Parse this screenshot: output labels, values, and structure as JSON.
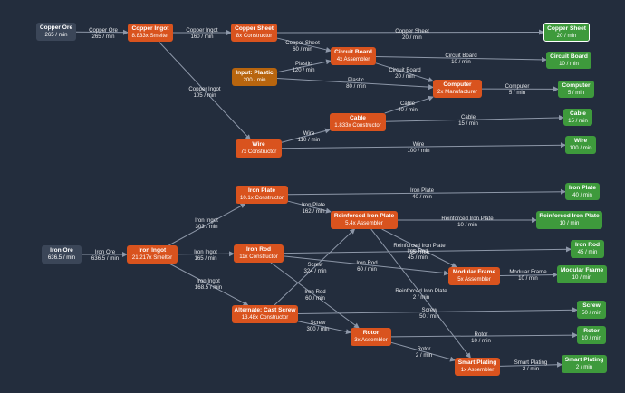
{
  "nodes": {
    "copper_ore": {
      "title": "Copper Ore",
      "sub": "265 / min"
    },
    "copper_ingot": {
      "title": "Copper Ingot",
      "sub": "8.833x Smelter"
    },
    "copper_sheet": {
      "title": "Copper Sheet",
      "sub": "8x Constructor"
    },
    "out_copper_sheet": {
      "title": "Copper Sheet",
      "sub": "20 / min"
    },
    "input_plastic": {
      "title": "Input: Plastic",
      "sub": "200 / min"
    },
    "circuit_board": {
      "title": "Circuit Board",
      "sub": "4x Assembler"
    },
    "out_circuit_board": {
      "title": "Circuit Board",
      "sub": "10 / min"
    },
    "computer": {
      "title": "Computer",
      "sub": "2x Manufacturer"
    },
    "out_computer": {
      "title": "Computer",
      "sub": "5 / min"
    },
    "cable": {
      "title": "Cable",
      "sub": "1.833x Constructor"
    },
    "out_cable": {
      "title": "Cable",
      "sub": "15 / min"
    },
    "wire": {
      "title": "Wire",
      "sub": "7x Constructor"
    },
    "out_wire": {
      "title": "Wire",
      "sub": "100 / min"
    },
    "iron_ore": {
      "title": "Iron Ore",
      "sub": "636.5 / min"
    },
    "iron_ingot": {
      "title": "Iron Ingot",
      "sub": "21.217x Smelter"
    },
    "iron_plate": {
      "title": "Iron Plate",
      "sub": "10.1x Constructor"
    },
    "out_iron_plate": {
      "title": "Iron Plate",
      "sub": "40 / min"
    },
    "reinforced_plate": {
      "title": "Reinforced Iron Plate",
      "sub": "5.4x Assembler"
    },
    "out_reinforced_plate": {
      "title": "Reinforced Iron Plate",
      "sub": "10 / min"
    },
    "iron_rod": {
      "title": "Iron Rod",
      "sub": "11x Constructor"
    },
    "out_iron_rod": {
      "title": "Iron Rod",
      "sub": "45 / min"
    },
    "modular_frame": {
      "title": "Modular Frame",
      "sub": "5x Assembler"
    },
    "out_modular_frame": {
      "title": "Modular Frame",
      "sub": "10 / min"
    },
    "cast_screw": {
      "title": "Alternate: Cast Screw",
      "sub": "13.48x Constructor"
    },
    "out_screw": {
      "title": "Screw",
      "sub": "50 / min"
    },
    "rotor": {
      "title": "Rotor",
      "sub": "3x Assembler"
    },
    "out_rotor": {
      "title": "Rotor",
      "sub": "10 / min"
    },
    "smart_plating": {
      "title": "Smart Plating",
      "sub": "1x Assembler"
    },
    "out_smart_plating": {
      "title": "Smart Plating",
      "sub": "2 / min"
    }
  },
  "edges": [
    {
      "from": "copper_ore",
      "to": "copper_ingot",
      "label": [
        "Copper Ore",
        "265 / min"
      ]
    },
    {
      "from": "copper_ingot",
      "to": "copper_sheet",
      "label": [
        "Copper Ingot",
        "160 / min"
      ]
    },
    {
      "from": "copper_ingot",
      "to": "wire",
      "label": [
        "Copper Ingot",
        "105 / min"
      ]
    },
    {
      "from": "copper_sheet",
      "to": "out_copper_sheet",
      "label": [
        "Copper Sheet",
        "20 / min"
      ]
    },
    {
      "from": "copper_sheet",
      "to": "circuit_board",
      "label": [
        "Copper Sheet",
        "60 / min"
      ]
    },
    {
      "from": "input_plastic",
      "to": "circuit_board",
      "label": [
        "Plastic",
        "120 / min"
      ]
    },
    {
      "from": "input_plastic",
      "to": "computer",
      "label": [
        "Plastic",
        "80 / min"
      ]
    },
    {
      "from": "circuit_board",
      "to": "out_circuit_board",
      "label": [
        "Circuit Board",
        "10 / min"
      ]
    },
    {
      "from": "circuit_board",
      "to": "computer",
      "label": [
        "Circuit Board",
        "20 / min"
      ]
    },
    {
      "from": "cable",
      "to": "computer",
      "label": [
        "Cable",
        "40 / min"
      ]
    },
    {
      "from": "computer",
      "to": "out_computer",
      "label": [
        "Computer",
        "5 / min"
      ]
    },
    {
      "from": "cable",
      "to": "out_cable",
      "label": [
        "Cable",
        "15 / min"
      ]
    },
    {
      "from": "wire",
      "to": "cable",
      "label": [
        "Wire",
        "110 / min"
      ]
    },
    {
      "from": "wire",
      "to": "out_wire",
      "label": [
        "Wire",
        "100 / min"
      ]
    },
    {
      "from": "iron_ore",
      "to": "iron_ingot",
      "label": [
        "Iron Ore",
        "636.5 / min"
      ]
    },
    {
      "from": "iron_ingot",
      "to": "iron_plate",
      "label": [
        "Iron Ingot",
        "303 / min"
      ]
    },
    {
      "from": "iron_ingot",
      "to": "iron_rod",
      "label": [
        "Iron Ingot",
        "165 / min"
      ]
    },
    {
      "from": "iron_ingot",
      "to": "cast_screw",
      "label": [
        "Iron Ingot",
        "168.5 / min"
      ]
    },
    {
      "from": "iron_plate",
      "to": "out_iron_plate",
      "label": [
        "Iron Plate",
        "40 / min"
      ]
    },
    {
      "from": "iron_plate",
      "to": "reinforced_plate",
      "label": [
        "Iron Plate",
        "162 / min"
      ]
    },
    {
      "from": "cast_screw",
      "to": "reinforced_plate",
      "label": [
        "Screw",
        "324 / min"
      ]
    },
    {
      "from": "reinforced_plate",
      "to": "out_reinforced_plate",
      "label": [
        "Reinforced Iron Plate",
        "10 / min"
      ]
    },
    {
      "from": "reinforced_plate",
      "to": "modular_frame",
      "label": [
        "Reinforced Iron Plate",
        "15 / min"
      ]
    },
    {
      "from": "reinforced_plate",
      "to": "smart_plating",
      "label": [
        "Reinforced Iron Plate",
        "2 / min"
      ]
    },
    {
      "from": "iron_rod",
      "to": "out_iron_rod",
      "label": [
        "Iron Rod",
        "45 / min"
      ]
    },
    {
      "from": "iron_rod",
      "to": "modular_frame",
      "label": [
        "Iron Rod",
        "60 / min"
      ]
    },
    {
      "from": "iron_rod",
      "to": "rotor",
      "label": [
        "Iron Rod",
        "60 / min"
      ]
    },
    {
      "from": "modular_frame",
      "to": "out_modular_frame",
      "label": [
        "Modular Frame",
        "10 / min"
      ]
    },
    {
      "from": "cast_screw",
      "to": "out_screw",
      "label": [
        "Screw",
        "50 / min"
      ]
    },
    {
      "from": "cast_screw",
      "to": "rotor",
      "label": [
        "Screw",
        "300 / min"
      ]
    },
    {
      "from": "rotor",
      "to": "out_rotor",
      "label": [
        "Rotor",
        "10 / min"
      ]
    },
    {
      "from": "rotor",
      "to": "smart_plating",
      "label": [
        "Rotor",
        "2 / min"
      ]
    },
    {
      "from": "smart_plating",
      "to": "out_smart_plating",
      "label": [
        "Smart Plating",
        "2 / min"
      ]
    }
  ]
}
